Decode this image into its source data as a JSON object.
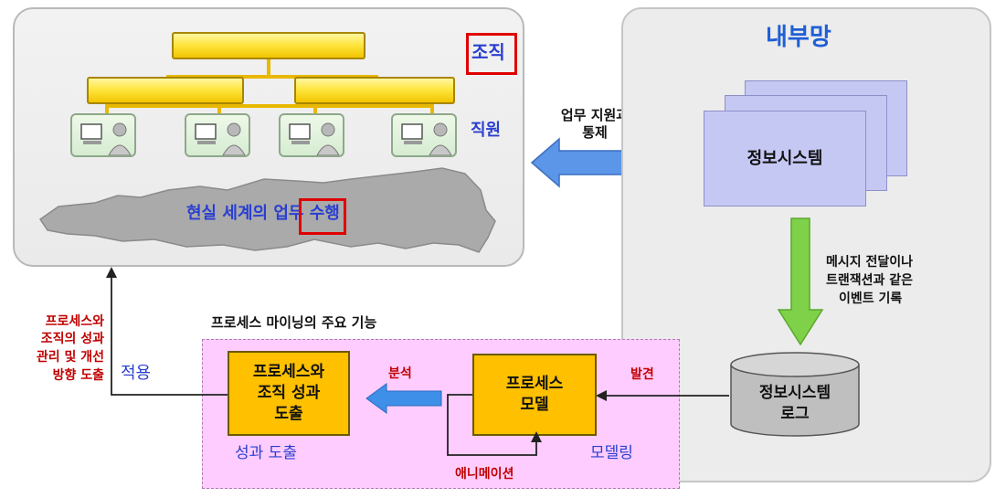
{
  "left_panel": {
    "org_label": "조직",
    "staff_label": "직원",
    "cloud_label": "현실 세계의 업무 수행"
  },
  "right_panel": {
    "title": "내부망",
    "info_system": "정보시스템",
    "event_record": [
      "메시지 전달이나",
      "트랜잭션과 같은",
      "이벤트 기록"
    ],
    "log_lines": [
      "정보시스템",
      "로그"
    ]
  },
  "middle": {
    "support_lines": [
      "업무 지원과",
      "통제"
    ]
  },
  "mining": {
    "title": "프로세스 마이닝의 주요 기능",
    "process_model": [
      "프로세스",
      "모델"
    ],
    "result_box": [
      "프로세스와",
      "조직 성과",
      "도출"
    ],
    "discover": "발견",
    "analysis": "분석",
    "animation": "애니메이션",
    "modeling": "모델링",
    "derive": "성과 도출"
  },
  "feedback": {
    "apply": "적용",
    "red_lines": [
      "프로세스와",
      "조직의 성과",
      "관리 및 개선",
      "방향 도출"
    ]
  },
  "colors": {
    "title_blue": "#1f5fd6",
    "label_blue": "#2a3fd0",
    "red": "#c00000",
    "orange": "#ffc000",
    "green_arrow": "#7fd14a",
    "blue_arrow": "#5b96e8",
    "pink": "#ffccff"
  }
}
